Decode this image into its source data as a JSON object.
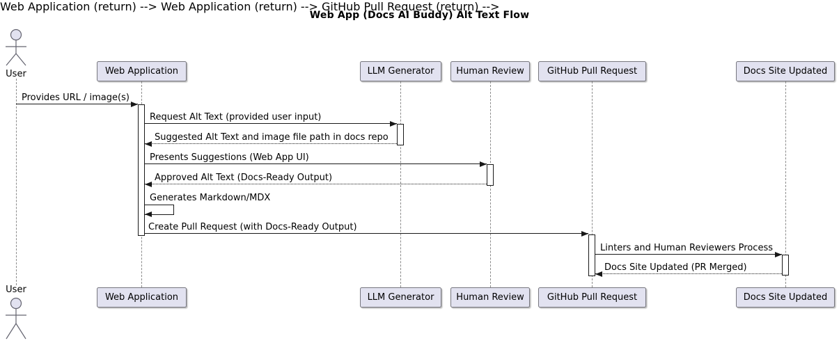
{
  "title": "Web App (Docs AI Buddy) Alt Text Flow",
  "actor": {
    "name": "User"
  },
  "participants": [
    {
      "name": "Web Application"
    },
    {
      "name": "LLM Generator"
    },
    {
      "name": "Human Review"
    },
    {
      "name": "GitHub Pull Request"
    },
    {
      "name": "Docs Site Updated"
    }
  ],
  "messages": [
    {
      "label": "Provides URL / image(s)",
      "from": "User",
      "to": "Web Application",
      "style": "solid"
    },
    {
      "label": "Request Alt Text (provided user input)",
      "from": "Web Application",
      "to": "LLM Generator",
      "style": "solid"
    },
    {
      "label": "Suggested Alt Text and image file path in docs repo",
      "from": "LLM Generator",
      "to": "Web Application",
      "style": "dotted-return"
    },
    {
      "label": "Presents Suggestions (Web App UI)",
      "from": "Web Application",
      "to": "Human Review",
      "style": "solid"
    },
    {
      "label": "Approved Alt Text (Docs-Ready Output)",
      "from": "Human Review",
      "to": "Web Application",
      "style": "dotted-return"
    },
    {
      "label": "Generates Markdown/MDX",
      "from": "Web Application",
      "to": "Web Application",
      "style": "self"
    },
    {
      "label": "Create Pull Request (with Docs-Ready Output)",
      "from": "Web Application",
      "to": "GitHub Pull Request",
      "style": "solid"
    },
    {
      "label": "Linters and Human Reviewers Process",
      "from": "GitHub Pull Request",
      "to": "Docs Site Updated",
      "style": "solid"
    },
    {
      "label": "Docs Site Updated (PR Merged)",
      "from": "Docs Site Updated",
      "to": "GitHub Pull Request",
      "style": "dotted-return"
    }
  ],
  "colors": {
    "participant_fill": "#E2E2F0",
    "participant_border": "#76767e",
    "lifeline": "#8b8b8b",
    "line": "#181818",
    "actor": "#63636f",
    "text": "#000000",
    "background": "#ffffff"
  }
}
